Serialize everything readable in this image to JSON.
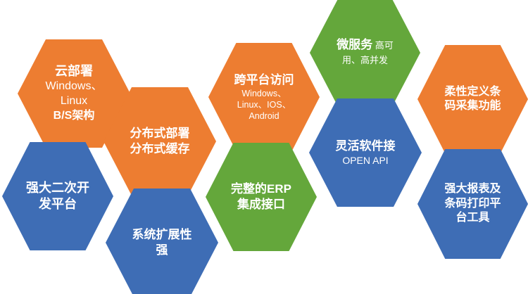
{
  "palette": {
    "orange": "#ED7D31",
    "green": "#64A73B",
    "blue": "#3E6DB5"
  },
  "hexagons": [
    {
      "name": "cloud-deployment",
      "color": "orange",
      "title": "云部署",
      "body": "Windows、\nLinux",
      "footer": "B/S架构"
    },
    {
      "name": "secondary-development-platform",
      "color": "blue",
      "title": "强大二次开\n发平台"
    },
    {
      "name": "distributed-deployment",
      "color": "orange",
      "title": "分布式部署\n分布式缓存"
    },
    {
      "name": "system-scalability",
      "color": "blue",
      "title": "系统扩展性\n强"
    },
    {
      "name": "cross-platform-access",
      "color": "orange",
      "title": "跨平台访问",
      "body": "Windows、\nLinux、IOS、\nAndroid"
    },
    {
      "name": "erp-integration-interface",
      "color": "green",
      "title": "完整的ERP\n集成接口"
    },
    {
      "name": "microservices",
      "color": "green",
      "title": "微服务",
      "body": " 高可用、高并发"
    },
    {
      "name": "flexible-software-interface",
      "color": "blue",
      "title": "灵活软件接",
      "body": "OPEN API"
    },
    {
      "name": "flexible-barcode-collection",
      "color": "orange",
      "title": "柔性定义条\n码采集功能"
    },
    {
      "name": "report-barcode-print-tools",
      "color": "blue",
      "title": "强大报表及\n条码打印平\n台工具"
    }
  ]
}
